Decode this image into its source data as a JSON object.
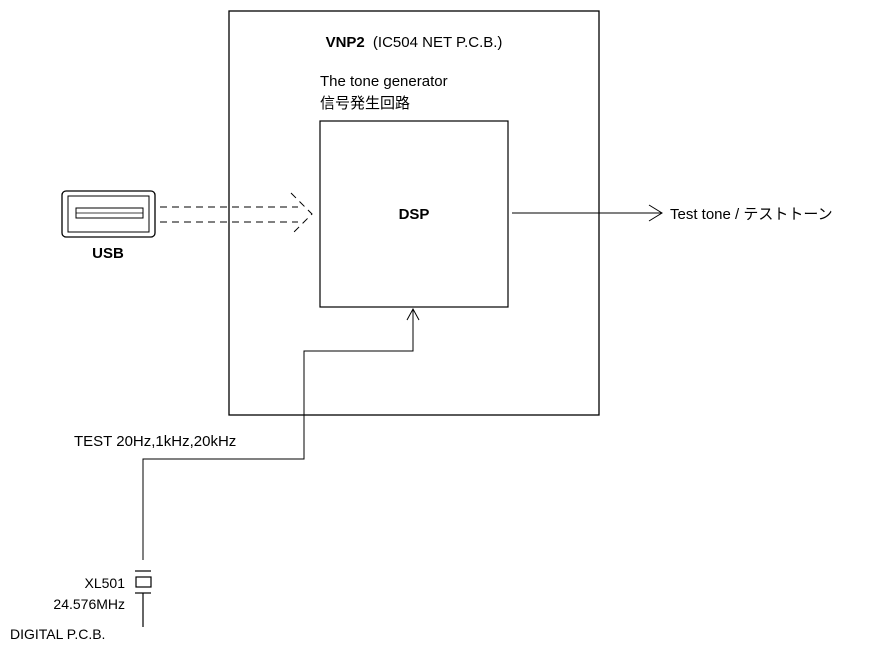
{
  "vnp2": {
    "name": "VNP2",
    "board": "(IC504 NET P.C.B.)"
  },
  "tone_generator": {
    "title_en": "The tone generator",
    "title_ja": "信号発生回路"
  },
  "dsp": {
    "label": "DSP"
  },
  "usb": {
    "label": "USB"
  },
  "output": {
    "label": "Test tone / テストトーン"
  },
  "test_signal": {
    "label": "TEST 20Hz,1kHz,20kHz"
  },
  "crystal": {
    "ref": "XL501",
    "freq": "24.576MHz"
  },
  "digital_board": {
    "label": "DIGITAL P.C.B."
  }
}
